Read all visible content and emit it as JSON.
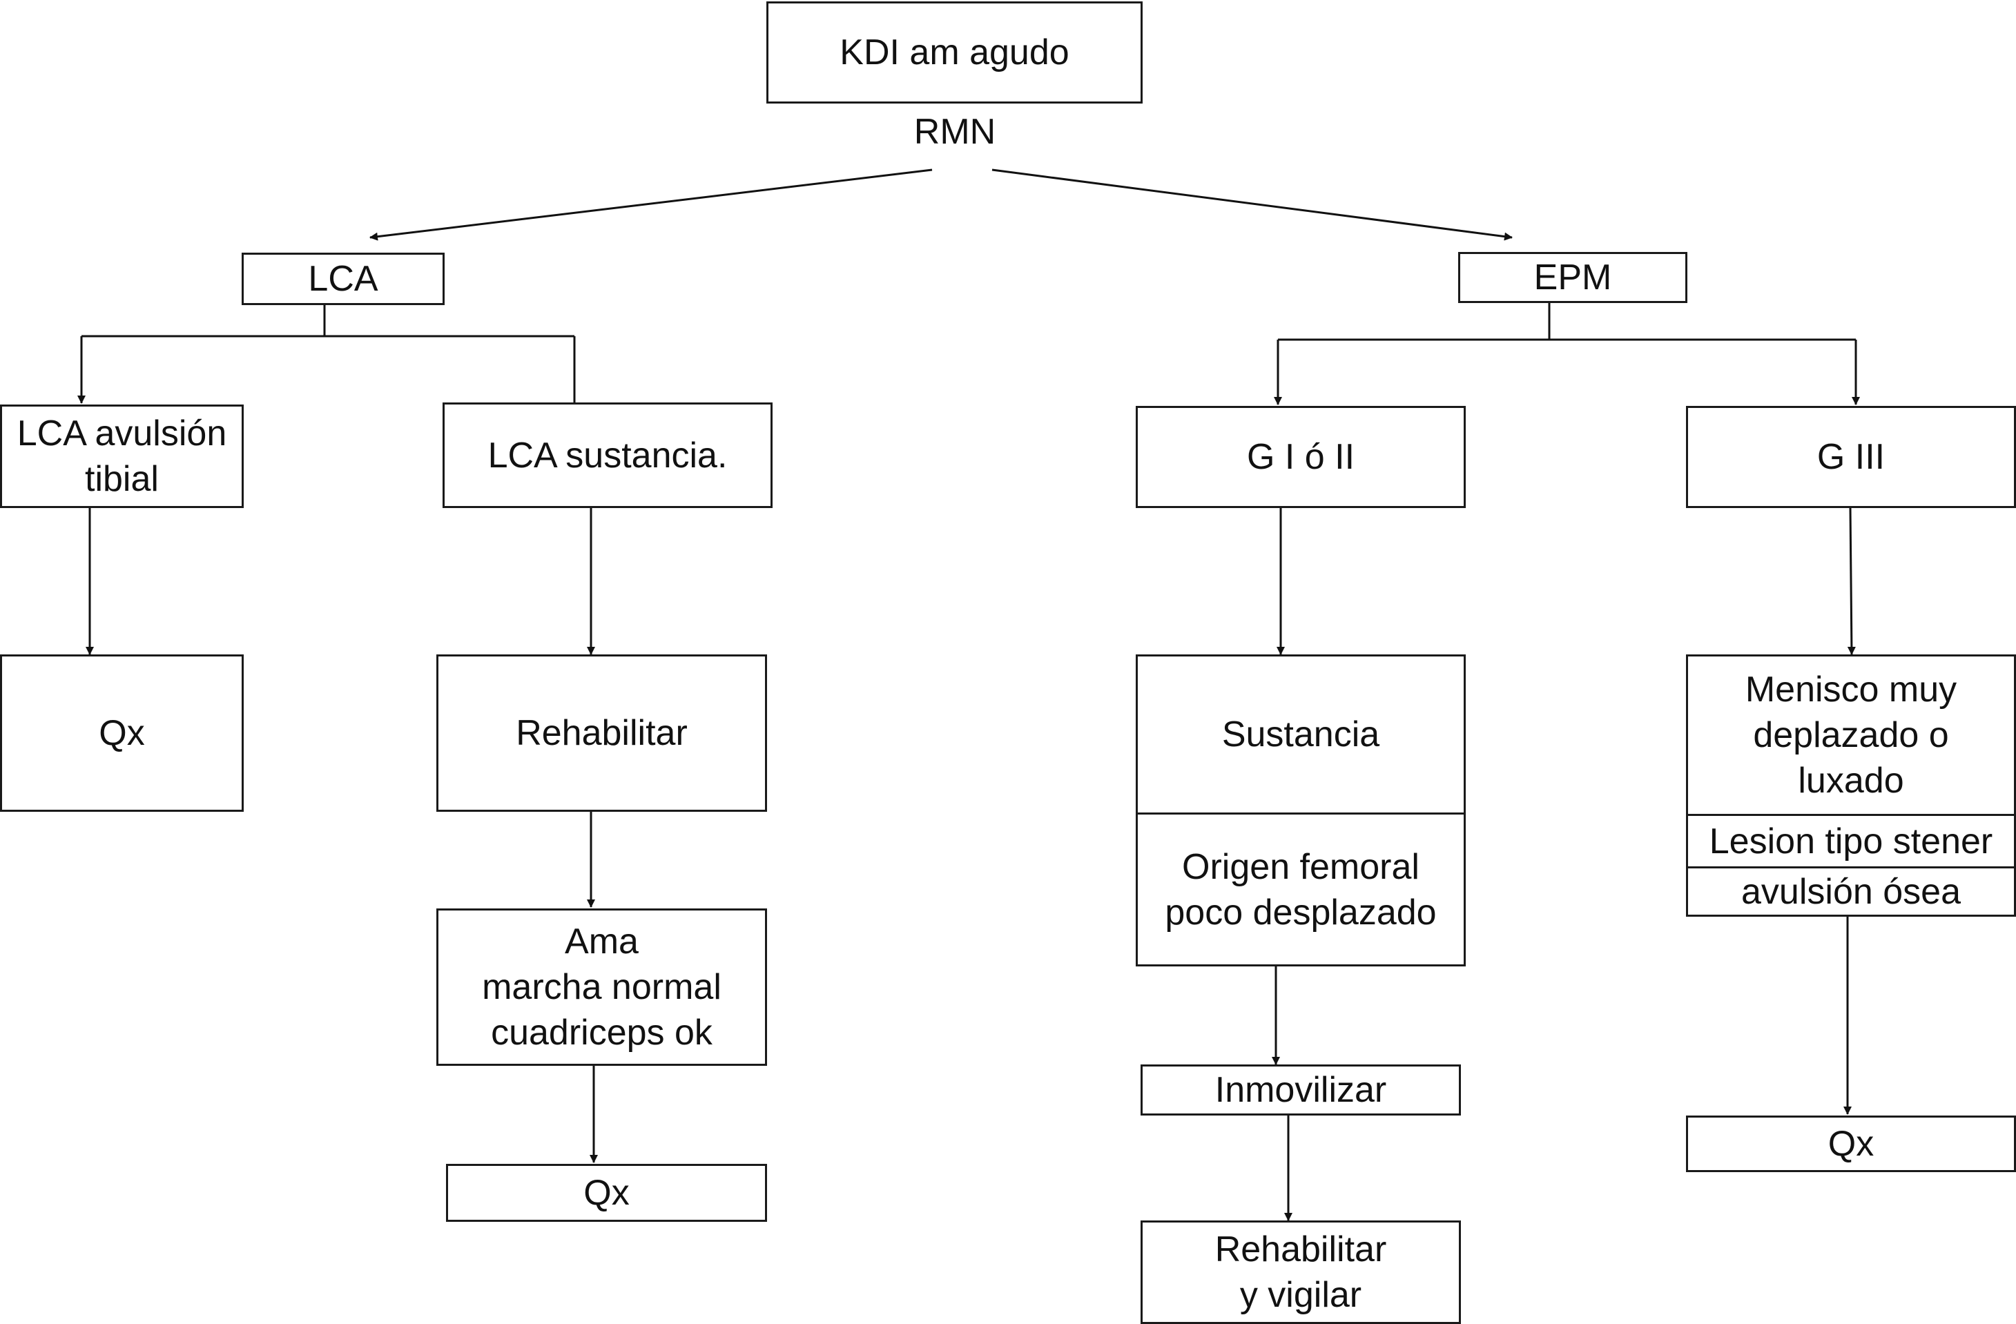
{
  "nodes": {
    "root": "KDI am agudo",
    "rmn": "RMN",
    "lca": "LCA",
    "epm": "EPM",
    "lca_avulsion": [
      "LCA avulsión",
      "tibial"
    ],
    "lca_sustancia": "LCA sustancia.",
    "qx_left": "Qx",
    "rehabilitar": "Rehabilitar",
    "ama": [
      "Ama",
      "marcha normal",
      "cuadriceps ok"
    ],
    "qx_mid": "Qx",
    "g_i_ii": "G I ó II",
    "g_iii": "G III",
    "sustancia": "Sustancia",
    "origen": [
      "Origen femoral",
      "poco desplazado"
    ],
    "inmovilizar": "Inmovilizar",
    "rehab_vigilar": [
      "Rehabilitar",
      "y vigilar"
    ],
    "menisco": [
      "Menisco muy",
      "deplazado o",
      "luxado"
    ],
    "lesion": "Lesion tipo stener",
    "avulsion_osea": "avulsión ósea",
    "qx_right": "Qx"
  }
}
